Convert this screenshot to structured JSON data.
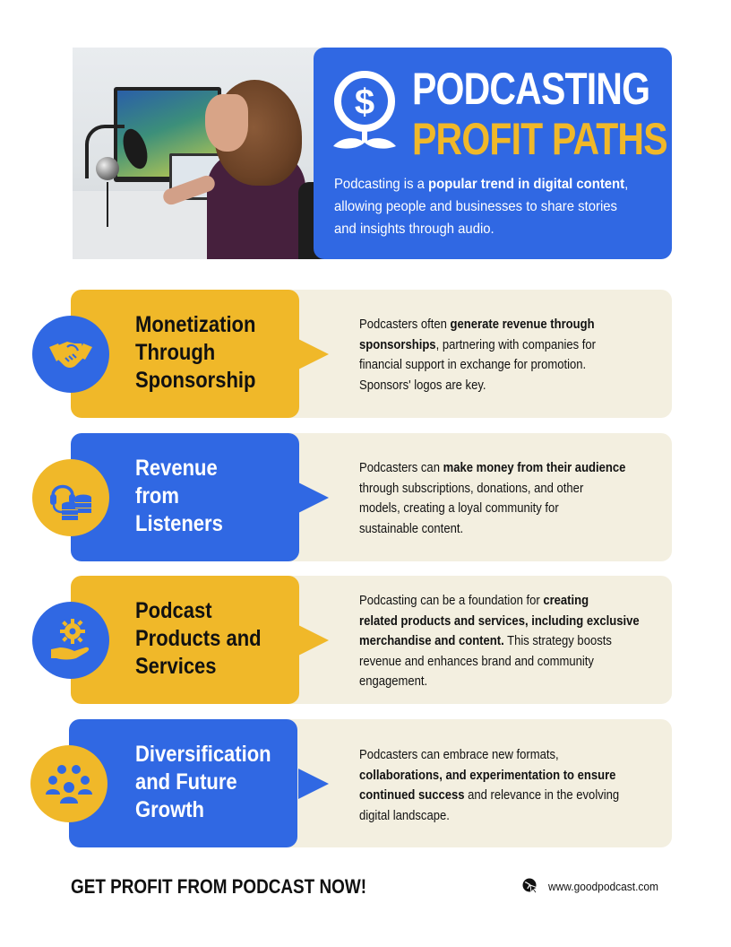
{
  "hero": {
    "image_alt": "Woman speaking into a podcast microphone at a desk with monitor and laptop",
    "title_line1": "PODCASTING",
    "title_line2": "PROFIT PATHS",
    "icon": "dollar-plant-icon",
    "description": {
      "pre": "Podcasting is a ",
      "bold": "popular trend in digital content",
      "post_line1": ",",
      "line2": "allowing people and businesses to share stories",
      "line3": "and insights through audio."
    }
  },
  "colors": {
    "blue": "#3068e3",
    "yellow": "#f0b829",
    "cream": "#f3efe0",
    "text": "#111111"
  },
  "paths": [
    {
      "theme": "yellow",
      "icon": "handshake-icon",
      "title_lines": [
        "Monetization",
        "Through",
        "Sponsorship"
      ],
      "desc_lines": [
        {
          "pre": "Podcasters often ",
          "bold": "generate revenue through",
          "post": ""
        },
        {
          "pre": "",
          "bold": "sponsorships",
          "post": ", partnering with companies for"
        },
        {
          "pre": "financial support in exchange for promotion.",
          "bold": "",
          "post": ""
        },
        {
          "pre": "Sponsors' logos are key.",
          "bold": "",
          "post": ""
        }
      ]
    },
    {
      "theme": "blue",
      "icon": "headset-coins-icon",
      "title_lines": [
        "Revenue",
        "from",
        "Listeners"
      ],
      "desc_lines": [
        {
          "pre": "Podcasters can ",
          "bold": "make money from their audience",
          "post": ""
        },
        {
          "pre": "through subscriptions, donations, and other",
          "bold": "",
          "post": ""
        },
        {
          "pre": "models, creating a loyal community for",
          "bold": "",
          "post": ""
        },
        {
          "pre": "sustainable content.",
          "bold": "",
          "post": ""
        }
      ]
    },
    {
      "theme": "yellow",
      "icon": "hand-gear-icon",
      "title_lines": [
        "Podcast",
        "Products and",
        "Services"
      ],
      "desc_lines": [
        {
          "pre": "Podcasting can be a foundation for ",
          "bold": "creating",
          "post": ""
        },
        {
          "pre": "",
          "bold": "related products and services, including exclusive",
          "post": ""
        },
        {
          "pre": "",
          "bold": "merchandise and content.",
          "post": " This strategy boosts"
        },
        {
          "pre": "revenue and enhances brand and community",
          "bold": "",
          "post": ""
        },
        {
          "pre": "engagement.",
          "bold": "",
          "post": ""
        }
      ]
    },
    {
      "theme": "blue",
      "icon": "people-group-icon",
      "title_lines": [
        "Diversification",
        "and Future",
        "Growth"
      ],
      "desc_lines": [
        {
          "pre": "Podcasters can embrace new formats,",
          "bold": "",
          "post": ""
        },
        {
          "pre": "",
          "bold": "collaborations, and experimentation to ensure",
          "post": ""
        },
        {
          "pre": "",
          "bold": "continued success",
          "post": " and relevance in the evolving"
        },
        {
          "pre": "digital landscape.",
          "bold": "",
          "post": ""
        }
      ]
    }
  ],
  "footer": {
    "cta": "GET PROFIT FROM PODCAST NOW!",
    "icon": "globe-cursor-icon",
    "url": "www.goodpodcast.com"
  }
}
